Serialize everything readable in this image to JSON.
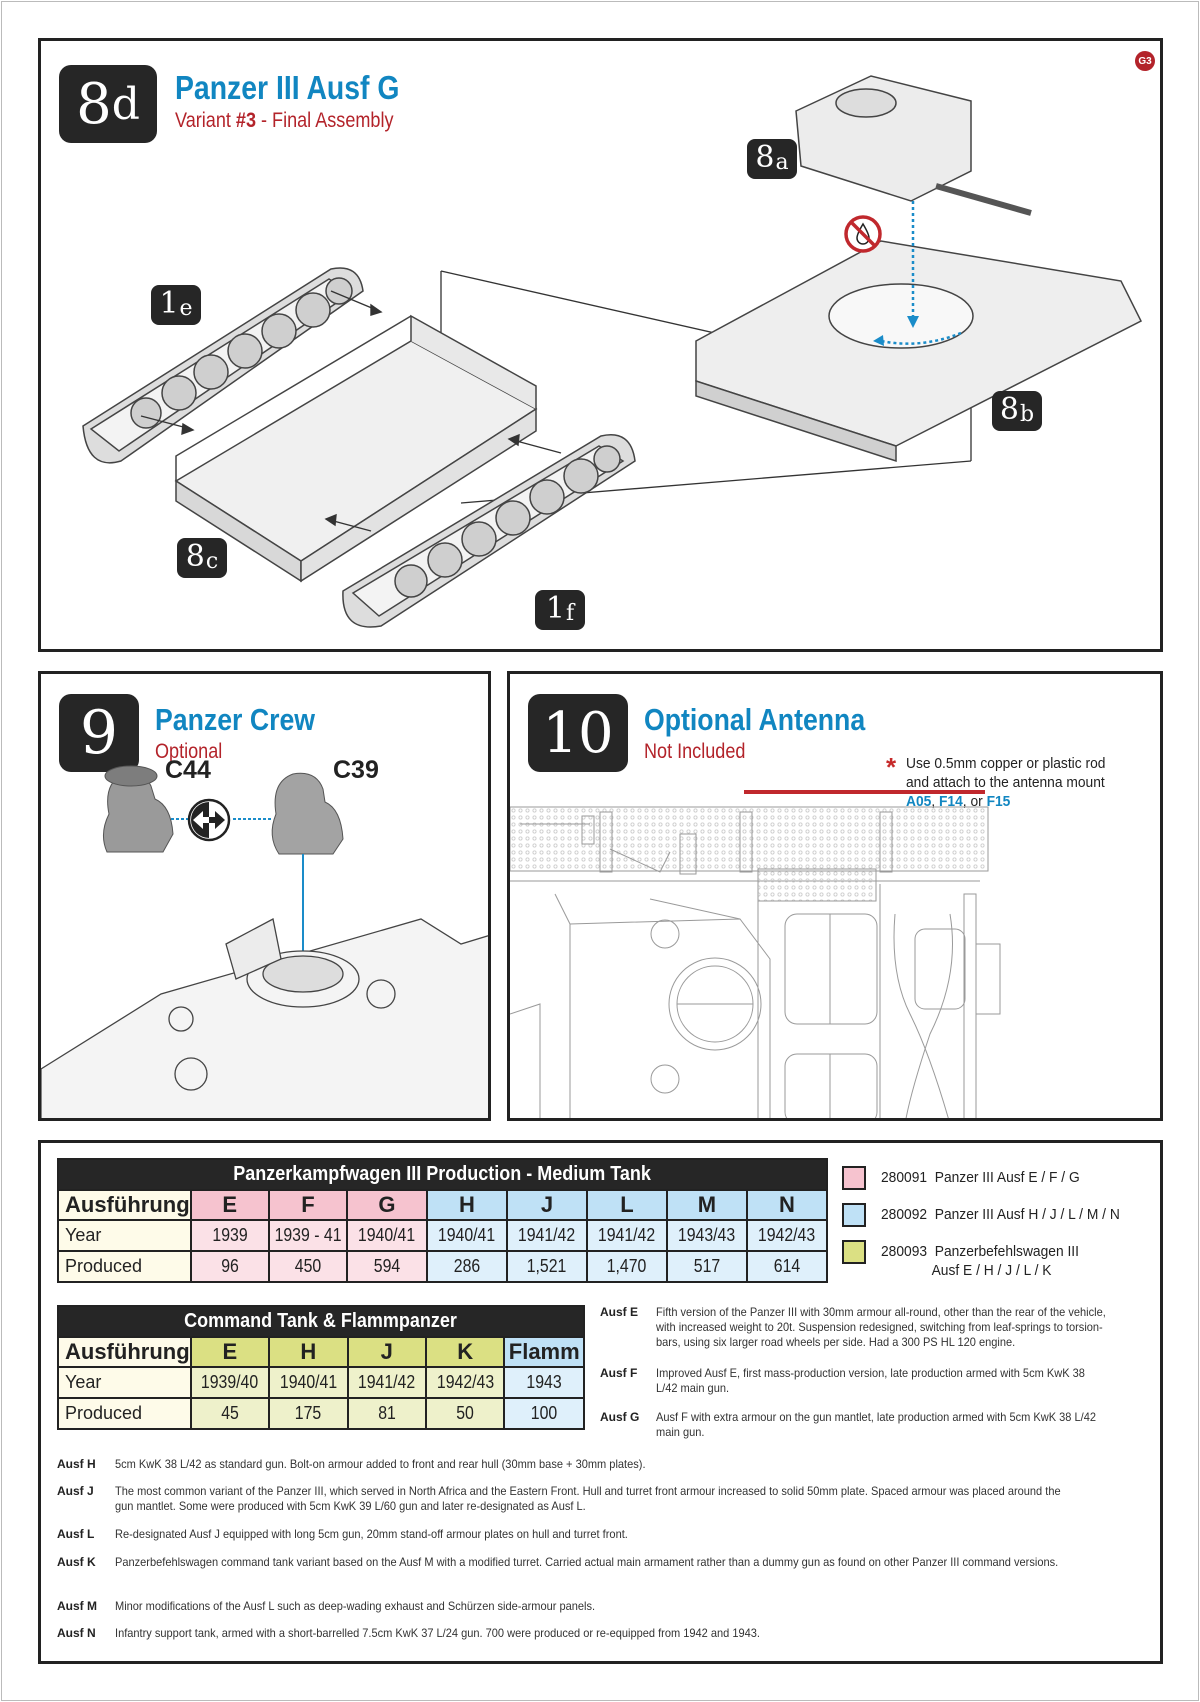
{
  "page_badge": "G3",
  "step8": {
    "badge_main": "8",
    "badge_suffix": "d",
    "title": "Panzer III Ausf G",
    "subtitle_pre": "Variant ",
    "subtitle_bold": "#3",
    "subtitle_post": " - Final Assembly",
    "part_labels": [
      {
        "main": "8",
        "suffix": "a"
      },
      {
        "main": "8",
        "suffix": "b"
      },
      {
        "main": "1",
        "suffix": "e"
      },
      {
        "main": "8",
        "suffix": "c"
      },
      {
        "main": "1",
        "suffix": "f"
      }
    ],
    "icons": [
      "no-glue-icon"
    ]
  },
  "step9": {
    "badge": "9",
    "title": "Panzer Crew",
    "subtitle": "Optional",
    "crew": [
      "C44",
      "C39"
    ],
    "icons": [
      "swap-icon"
    ]
  },
  "step10": {
    "badge": "10",
    "title": "Optional Antenna",
    "subtitle": "Not Included",
    "note_line1": "Use 0.5mm copper or plastic rod",
    "note_line2": "and attach to the antenna mount",
    "parts": [
      "A05",
      "F14",
      "F15"
    ],
    "sep1": ", ",
    "sep2": ", or ",
    "colors": {
      "antenna_rod": "#c0282d"
    }
  },
  "production_table": {
    "title": "Panzerkampfwagen III Production - Medium Tank",
    "row_labels": [
      "Ausführung",
      "Year",
      "Produced"
    ],
    "columns": [
      {
        "ausf": "E",
        "year": "1939",
        "produced": "96",
        "group": "pink"
      },
      {
        "ausf": "F",
        "year": "1939 - 41",
        "produced": "450",
        "group": "pink"
      },
      {
        "ausf": "G",
        "year": "1940/41",
        "produced": "594",
        "group": "pink"
      },
      {
        "ausf": "H",
        "year": "1940/41",
        "produced": "286",
        "group": "blue"
      },
      {
        "ausf": "J",
        "year": "1941/42",
        "produced": "1,521",
        "group": "blue"
      },
      {
        "ausf": "L",
        "year": "1941/42",
        "produced": "1,470",
        "group": "blue"
      },
      {
        "ausf": "M",
        "year": "1943/43",
        "produced": "517",
        "group": "blue"
      },
      {
        "ausf": "N",
        "year": "1942/43",
        "produced": "614",
        "group": "blue"
      }
    ]
  },
  "command_table": {
    "title": "Command Tank & Flammpanzer",
    "row_labels": [
      "Ausführung",
      "Year",
      "Produced"
    ],
    "columns": [
      {
        "ausf": "E",
        "year": "1939/40",
        "produced": "45",
        "group": "green"
      },
      {
        "ausf": "H",
        "year": "1940/41",
        "produced": "175",
        "group": "green"
      },
      {
        "ausf": "J",
        "year": "1941/42",
        "produced": "81",
        "group": "green"
      },
      {
        "ausf": "K",
        "year": "1942/43",
        "produced": "50",
        "group": "green"
      },
      {
        "ausf": "Flamm",
        "year": "1943",
        "produced": "100",
        "group": "blue"
      }
    ]
  },
  "legend": [
    {
      "code": "280091",
      "text": "Panzer III Ausf E / F / G",
      "text2": "",
      "color": "#f6c3cf"
    },
    {
      "code": "280092",
      "text": "Panzer III Ausf H / J / L / M / N",
      "text2": "",
      "color": "#bfe1f6"
    },
    {
      "code": "280093",
      "text": "Panzerbefehlswagen III",
      "text2": "Ausf E / H / J / L / K",
      "color": "#dbe083"
    }
  ],
  "notes_right": [
    {
      "key": "Ausf E",
      "text": "Fifth version of the Panzer III with 30mm armour all-round, other than the rear of the vehicle, with increased weight to 20t.  Suspension redesigned, switching from leaf-springs to torsion-bars, using six larger road wheels per side.  Had a 300 PS HL 120 engine."
    },
    {
      "key": "Ausf F",
      "text": "Improved Ausf E, first mass-production version, late production armed with 5cm KwK 38 L/42 main gun."
    },
    {
      "key": "Ausf G",
      "text": "Ausf F with extra armour on the gun mantlet, late production armed with 5cm KwK 38 L/42 main gun."
    }
  ],
  "notes_bottom": [
    {
      "key": "Ausf H",
      "text": "5cm KwK 38 L/42 as standard gun.  Bolt-on armour added to front and rear hull (30mm base + 30mm plates)."
    },
    {
      "key": "Ausf J",
      "text": "The most common variant of the Panzer III, which served in North Africa and the Eastern Front.  Hull and turret front armour increased to solid 50mm plate.  Spaced armour was placed around the gun mantlet.  Some were produced with 5cm KwK 39 L/60 gun and later re-designated as Ausf L."
    },
    {
      "key": "Ausf L",
      "text": "Re-designated Ausf J equipped with long 5cm gun, 20mm stand-off armour plates on hull and turret front."
    },
    {
      "key": "Ausf K",
      "text": "Panzerbefehlswagen command tank variant based on the Ausf M with a modified turret.  Carried actual main armament rather than a dummy gun as found on other Panzer III command versions."
    },
    {
      "key": "Ausf M",
      "text": "Minor modifications of the Ausf L such as deep-wading exhaust and Schürzen side-armour panels."
    },
    {
      "key": "Ausf N",
      "text": "Infantry support tank, armed with a short-barrelled 7.5cm KwK 37 L/24 gun.  700 were produced or re-equipped from 1942 and 1943."
    }
  ]
}
